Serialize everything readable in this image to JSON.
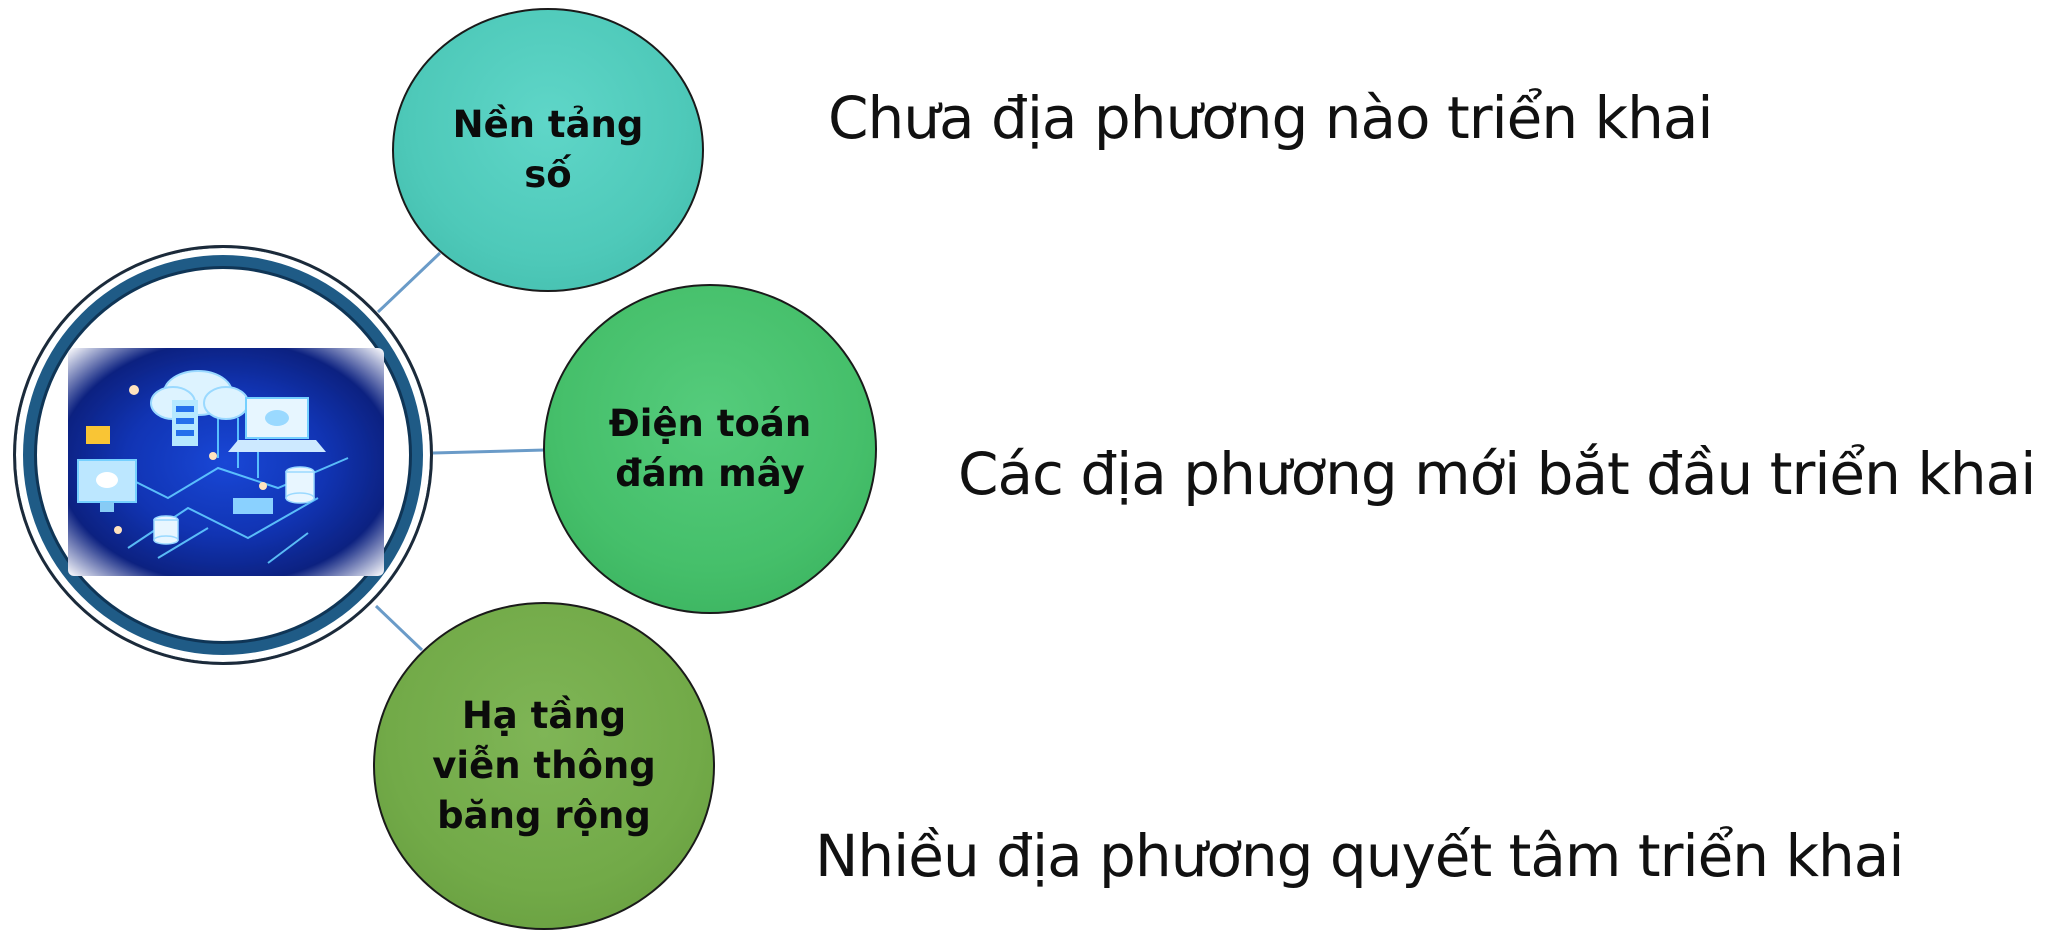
{
  "diagram": {
    "colors": {
      "node_1": "#4ec9b9",
      "node_2": "#45bf6a",
      "node_3": "#72aa48",
      "connector": "#6a9bc8",
      "hub_ring": "#1f5b86"
    },
    "hub": {
      "icon": "cloud-data-center-illustration"
    },
    "nodes": [
      {
        "label": "Nền tảng\nsố"
      },
      {
        "label": "Điện toán\nđám mây"
      },
      {
        "label": "Hạ tầng\nviễn thông\nbăng rộng"
      }
    ],
    "descriptions": [
      "Chưa địa phương nào triển khai",
      "Các địa phương mới bắt đầu triển khai",
      "Nhiều địa phương quyết tâm triển khai"
    ]
  }
}
